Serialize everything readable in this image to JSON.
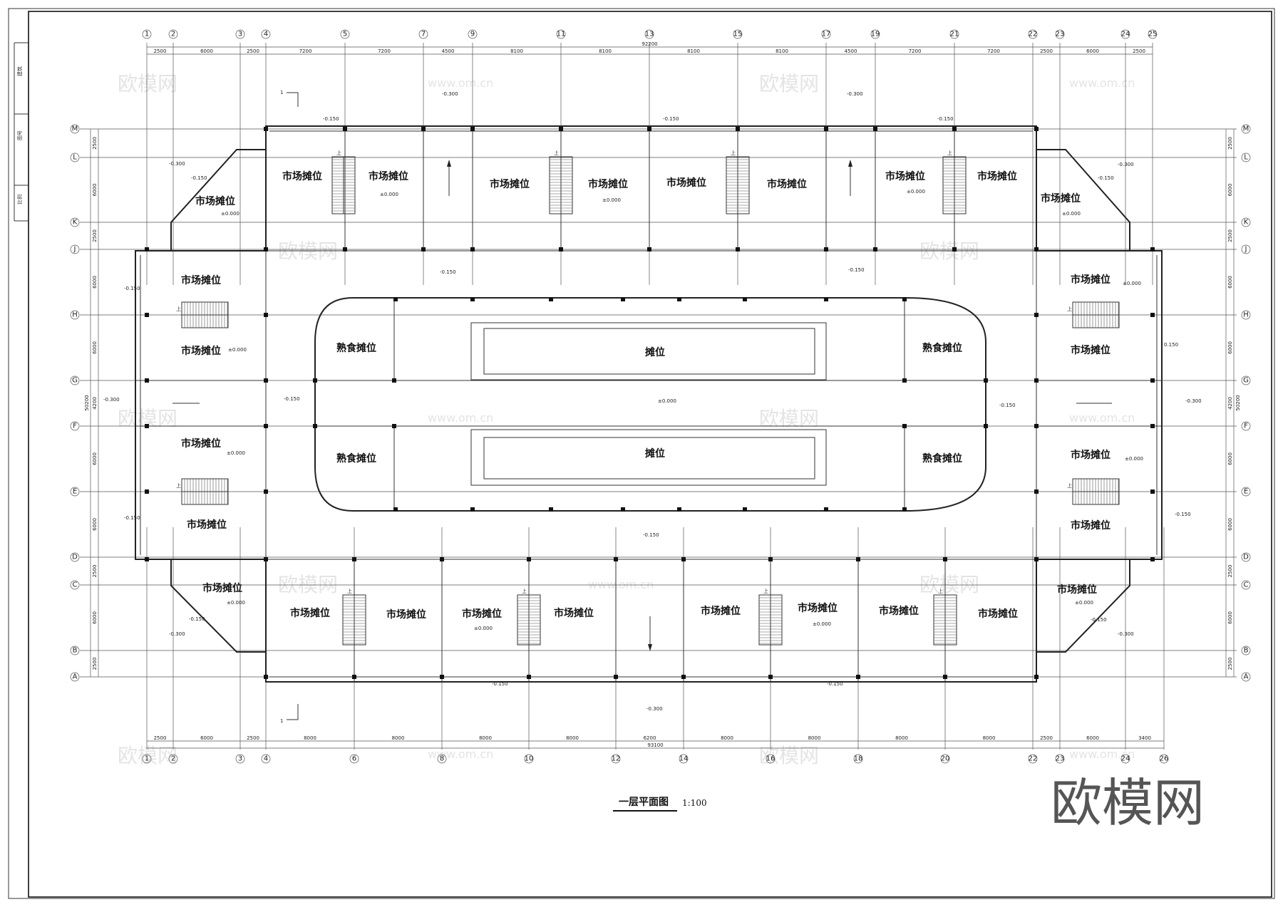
{
  "drawing": {
    "title": "一层平面图",
    "scale": "1:100",
    "brand": "欧模网",
    "watermark_text": "欧模网",
    "watermark_url": "www.om.cn"
  },
  "title_block": [
    "建筑",
    "图号",
    "比例"
  ],
  "grid": {
    "top_axes": [
      "1",
      "2",
      "3",
      "4",
      "5",
      "7",
      "9",
      "11",
      "13",
      "15",
      "17",
      "19",
      "21",
      "22",
      "23",
      "24",
      "25"
    ],
    "bottom_axes": [
      "1",
      "2",
      "3",
      "4",
      "6",
      "8",
      "10",
      "12",
      "14",
      "16",
      "18",
      "20",
      "22",
      "23",
      "24",
      "26"
    ],
    "row_axes": [
      "M",
      "L",
      "K",
      "J",
      "H",
      "G",
      "F",
      "E",
      "D",
      "C",
      "B",
      "A"
    ],
    "top_dims": [
      "2500",
      "6000",
      "2500",
      "7200",
      "7200",
      "4500",
      "8100",
      "8100",
      "8100",
      "8100",
      "4500",
      "7200",
      "7200",
      "2500",
      "6000",
      "2500"
    ],
    "top_total": "92200",
    "bottom_dims": [
      "2500",
      "6000",
      "2500",
      "8000",
      "8000",
      "8000",
      "8000",
      "6200",
      "8000",
      "8000",
      "8000",
      "8000",
      "2500",
      "6000",
      "3400"
    ],
    "bottom_total": "93100",
    "side_dims": [
      "2500",
      "6000",
      "2500",
      "6000",
      "6000",
      "4200",
      "6000",
      "6000",
      "2500",
      "6000",
      "2500"
    ],
    "side_total": "50200"
  },
  "rooms": {
    "market_stall": "市场摊位",
    "cooked_food": "熟食摊位",
    "stall": "摊位"
  },
  "levels": {
    "zero": "±0.000",
    "m150": "-0.150",
    "m300": "-0.300",
    "p150": "0.150"
  },
  "stair_up": "上",
  "section_mark": "1",
  "colors": {
    "line": "#222222",
    "watermark": "#e4e4e4",
    "brand": "#555555"
  }
}
